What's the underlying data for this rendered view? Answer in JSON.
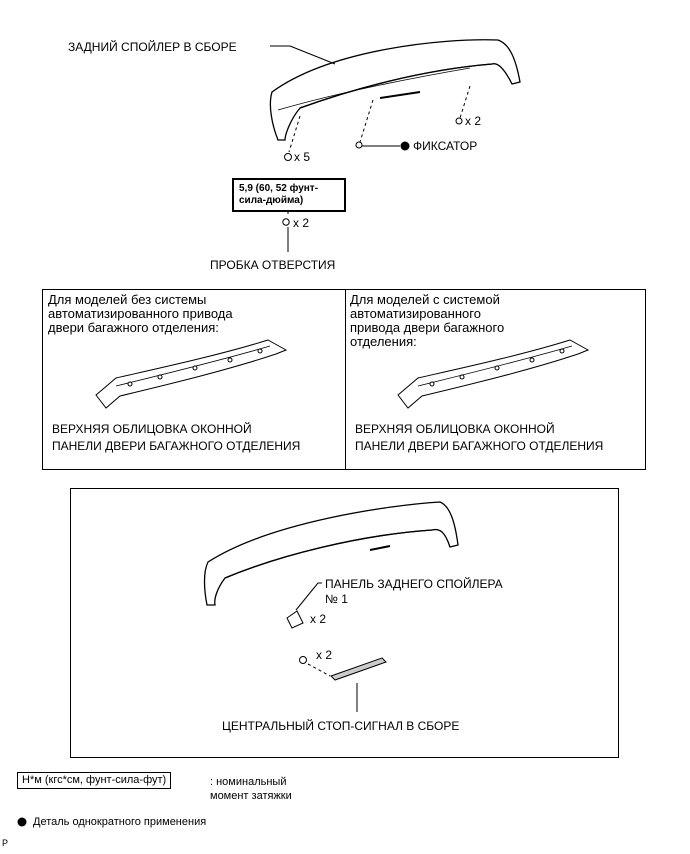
{
  "labels": {
    "spoiler_assembly": "ЗАДНИЙ СПОЙЛЕР В СБОРЕ",
    "x2_top_right": "x 2",
    "clip": "ФИКСАТОР",
    "x5": "x 5",
    "torque_line1": "5,9 (60, 52 фунт-",
    "torque_line2": "сила-дюйма)",
    "x2_plug": "x 2",
    "hole_plug": "ПРОБКА ОТВЕРСТИЯ"
  },
  "panels": {
    "left": {
      "title_line1": "Для моделей без системы",
      "title_line2": "автоматизированного привода",
      "title_line3": "двери багажного отделения:",
      "part_line1": "ВЕРХНЯЯ ОБЛИЦОВКА ОКОННОЙ",
      "part_line2": "ПАНЕЛИ ДВЕРИ БАГАЖНОГО ОТДЕЛЕНИЯ"
    },
    "right": {
      "title_line1": "Для моделей с системой",
      "title_line2": "автоматизированного",
      "title_line3": "привода двери багажного",
      "title_line4": "отделения:",
      "part_line1": "ВЕРХНЯЯ ОБЛИЦОВКА ОКОННОЙ",
      "part_line2": "ПАНЕЛИ ДВЕРИ БАГАЖНОГО ОТДЕЛЕНИЯ"
    }
  },
  "lower": {
    "panel_no1_line1": "ПАНЕЛЬ ЗАДНЕГО СПОЙЛЕРА",
    "panel_no1_line2": "№ 1",
    "x2_panel": "x 2",
    "x2_screw": "x 2",
    "stop_lamp": "ЦЕНТРАЛЬНЫЙ СТОП-СИГНАЛ В СБОРЕ"
  },
  "legend": {
    "torque_unit": "Н*м (кгс*см, фунт-сила-фут)",
    "torque_desc_line1": ": номинальный",
    "torque_desc_line2": "момент затяжки",
    "non_reusable": "Деталь однократного применения"
  },
  "footer": {
    "code": "P"
  }
}
